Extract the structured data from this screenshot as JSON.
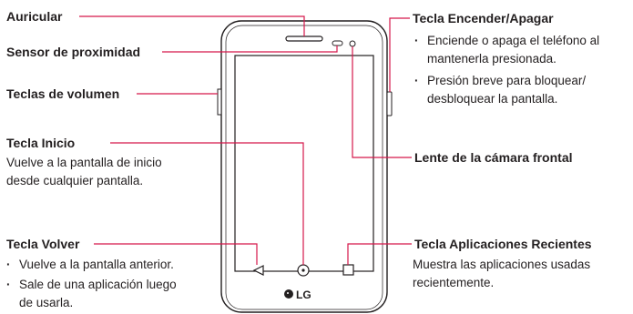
{
  "labels": {
    "auricular": "Auricular",
    "sensor": "Sensor de proximidad",
    "volumen": "Teclas de volumen",
    "inicio": "Tecla Inicio",
    "inicio_desc": [
      "Vuelve a la pantalla de inicio",
      "desde cualquier pantalla."
    ],
    "volver": "Tecla Volver",
    "volver_bullets": [
      "Vuelve a la pantalla anterior.",
      "Sale de una aplicación luego",
      "de usarla."
    ],
    "encender": "Tecla Encender/Apagar",
    "encender_bullets": [
      "Enciende o apaga el teléfono al",
      "mantenerla presionada.",
      "Presión breve para bloquear/",
      "desbloquear la pantalla."
    ],
    "camara": "Lente de la cámara frontal",
    "recientes": "Tecla Aplicaciones Recientes",
    "recientes_desc": [
      "Muestra las aplicaciones usadas",
      "recientemente."
    ]
  },
  "phone": {
    "brand": "LG"
  },
  "colors": {
    "callout": "#d5174b",
    "outline": "#231f20"
  }
}
